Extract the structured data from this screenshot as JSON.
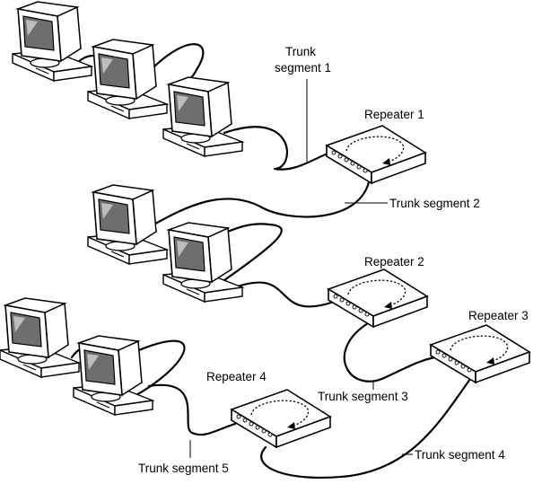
{
  "labels": {
    "trunk1_line1": "Trunk",
    "trunk1_line2": "segment 1",
    "trunk2": "Trunk segment 2",
    "trunk3": "Trunk segment 3",
    "trunk4": "Trunk segment 4",
    "trunk5": "Trunk segment 5",
    "repeater1": "Repeater 1",
    "repeater2": "Repeater 2",
    "repeater3": "Repeater 3",
    "repeater4": "Repeater 4"
  }
}
